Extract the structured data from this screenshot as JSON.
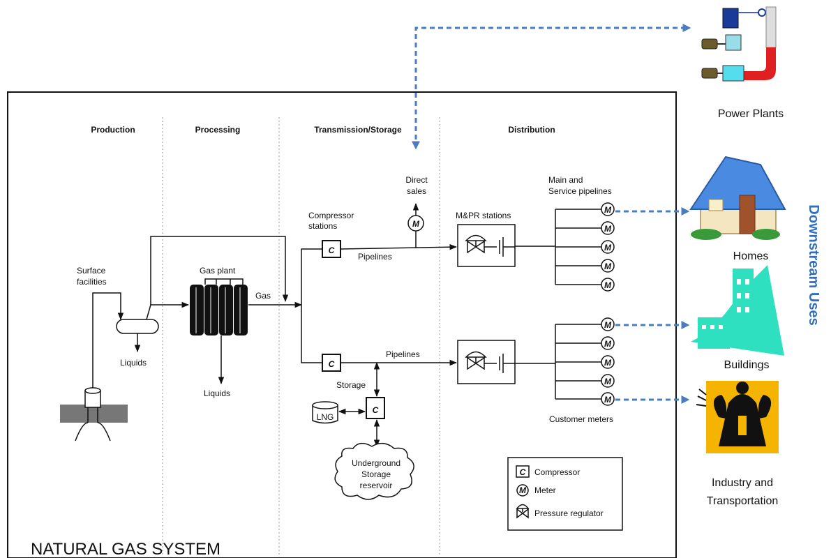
{
  "stages": {
    "production": "Production",
    "processing": "Processing",
    "transmission": "Transmission/Storage",
    "distribution": "Distribution"
  },
  "labels": {
    "surface_facilities_1": "Surface",
    "surface_facilities_2": "facilities",
    "liquids_separator": "Liquids",
    "gas_plant": "Gas plant",
    "gas": "Gas",
    "liquids_plant": "Liquids",
    "compressor_stations_1": "Compressor",
    "compressor_stations_2": "stations",
    "direct_sales_1": "Direct",
    "direct_sales_2": "sales",
    "pipelines_top": "Pipelines",
    "pipelines_bottom": "Pipelines",
    "mpr_stations": "M&PR stations",
    "main_service_1": "Main and",
    "main_service_2": "Service pipelines",
    "storage": "Storage",
    "lng": "LNG",
    "underground_1": "Underground",
    "underground_2": "Storage",
    "underground_3": "reservoir",
    "customer_meters": "Customer meters"
  },
  "symbols": {
    "compressor": "C",
    "meter": "M"
  },
  "legend": {
    "compressor": "Compressor",
    "meter": "Meter",
    "regulator": "Pressure regulator"
  },
  "system_title": "NATURAL  GAS SYSTEM",
  "downstream": {
    "title": "Downstream  Uses",
    "power_plants": "Power Plants",
    "homes": "Homes",
    "buildings": "Buildings",
    "industry_1": "Industry and",
    "industry_2": "Transportation"
  },
  "colors": {
    "arrow": "#4a7cbf",
    "title": "#2e6fc0",
    "buildings": "#2fe0c0",
    "industry_bg": "#f5b400"
  }
}
